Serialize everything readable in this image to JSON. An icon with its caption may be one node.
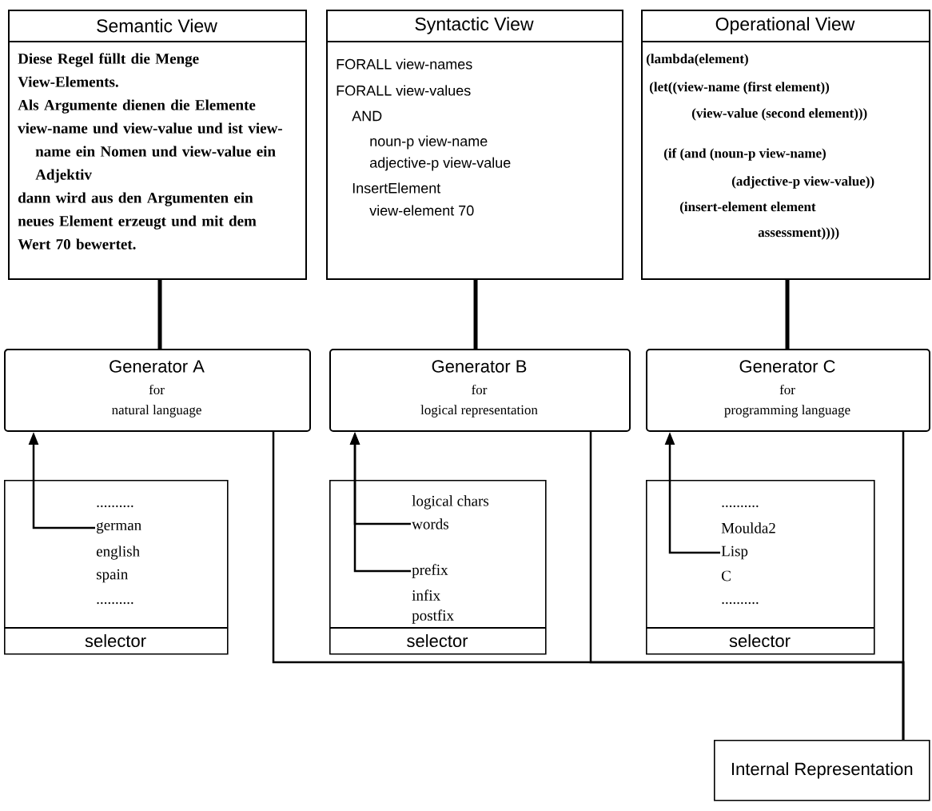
{
  "diagram": {
    "nodes": [
      {
        "text": [
          "Semantic View",
          "Diese Regel füllt die Menge View-Elements.",
          "Als Argumente dienen die Elemente view-name und view-value und ist view- name ein Nomen und view-value ein Adjektiv",
          "dann wird aus den Argumenten ein neues Element erzeugt und mit dem Wert 70 bewertet."
        ]
      },
      {
        "text": [
          "Syntactic View",
          "FORALL view-names",
          "FORALL view-values",
          "AND",
          "noun-p view-name",
          "adjective-p view-value",
          "InsertElement",
          "view-element 70"
        ]
      },
      {
        "text": [
          "Operational View",
          "(lambda(element)",
          "(let((view-name (first element))",
          "(view-value (second element)))",
          "(if (and (noun-p view-name)",
          "(adjective-p view-value))",
          "(insert-element element",
          "assessment))))"
        ]
      },
      {
        "text": [
          "Generator A",
          "for",
          "natural language"
        ]
      },
      {
        "text": [
          "Generator B",
          "for",
          "logical representation"
        ]
      },
      {
        "text": [
          "Generator C",
          "for",
          "programming language"
        ]
      },
      {
        "text": [
          "selector"
        ]
      },
      {
        "text": [
          ".........."
        ],
        "in": 6
      },
      {
        "text": [
          "german"
        ],
        "in": 6
      },
      {
        "text": [
          "english"
        ],
        "in": 6
      },
      {
        "text": [
          "spain"
        ],
        "in": 6
      },
      {
        "text": [
          ".........."
        ],
        "in": 6
      },
      {
        "text": [
          "selector"
        ]
      },
      {
        "text": [
          "logical chars"
        ],
        "in": 12
      },
      {
        "text": [
          "words"
        ],
        "in": 12
      },
      {
        "text": [
          "prefix"
        ],
        "in": 12
      },
      {
        "text": [
          "infix"
        ],
        "in": 12
      },
      {
        "text": [
          "postfix"
        ],
        "in": 12
      },
      {
        "text": [
          "selector"
        ]
      },
      {
        "text": [
          ".........."
        ],
        "in": 18
      },
      {
        "text": [
          "Moulda2"
        ],
        "in": 18
      },
      {
        "text": [
          "Lisp"
        ],
        "in": 18
      },
      {
        "text": [
          "C"
        ],
        "in": 18
      },
      {
        "text": [
          ".........."
        ],
        "in": 18
      },
      {
        "text": [
          "Internal Representation"
        ]
      }
    ],
    "edges": [
      {
        "from": 0,
        "to": 3,
        "arrow": "none",
        "style": "thick"
      },
      {
        "from": 1,
        "to": 4,
        "arrow": "none",
        "style": "thick"
      },
      {
        "from": 2,
        "to": 5,
        "arrow": "none",
        "style": "thick"
      },
      {
        "from": 8,
        "to": 3,
        "arrow": "to"
      },
      {
        "from": 14,
        "to": 4,
        "arrow": "to"
      },
      {
        "from": 15,
        "to": 4,
        "arrow": "to"
      },
      {
        "from": 21,
        "to": 5,
        "arrow": "to"
      },
      {
        "from": 3,
        "to": 24,
        "arrow": "none"
      },
      {
        "from": 4,
        "to": 24,
        "arrow": "none"
      },
      {
        "from": 5,
        "to": 24,
        "arrow": "none"
      }
    ]
  }
}
